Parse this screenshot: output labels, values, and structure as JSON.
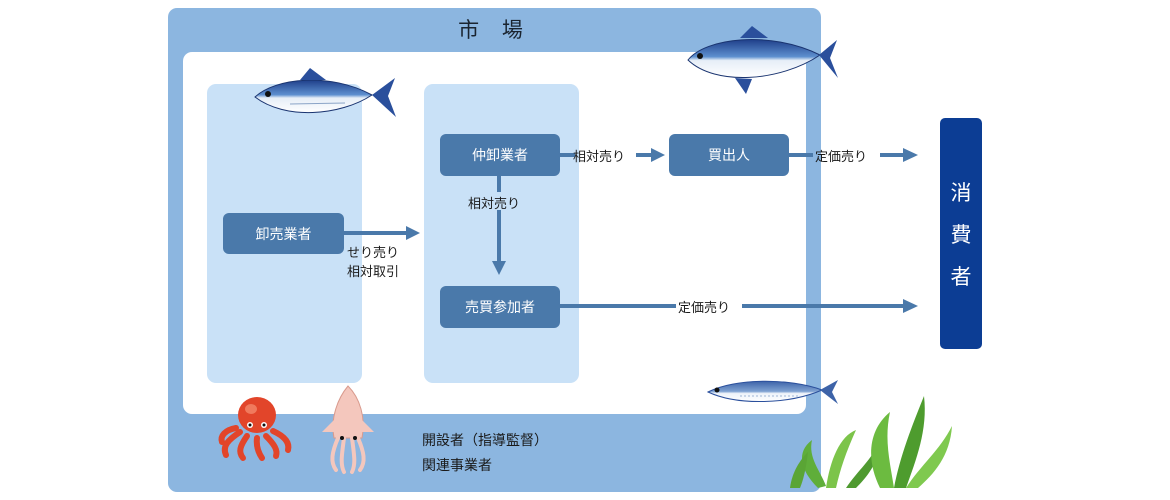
{
  "market": {
    "title": "市 場",
    "footer_line1": "開設者（指導監督）",
    "footer_line2": "関連事業者"
  },
  "nodes": {
    "wholesaler": "卸売業者",
    "intermediate": "仲卸業者",
    "buyer": "買出人",
    "participant": "売買参加者",
    "consumer": [
      "消",
      "費",
      "者"
    ]
  },
  "edges": {
    "wholesale_to_intermediate_line1": "せり売り",
    "wholesale_to_intermediate_line2": "相対取引",
    "intermediate_to_buyer": "相対売り",
    "intermediate_to_participant": "相対売り",
    "buyer_to_consumer": "定価売り",
    "participant_to_consumer": "定価売り"
  },
  "colors": {
    "market_bg": "#8cb6e0",
    "column_bg": "#c9e1f7",
    "node_bg": "#4a79aa",
    "consumer_bg": "#0c3d94",
    "arrow": "#4a79aa"
  },
  "icons": [
    "tuna-icon",
    "bonito-icon",
    "saury-icon",
    "octopus-icon",
    "squid-icon",
    "seaweed-icon"
  ]
}
